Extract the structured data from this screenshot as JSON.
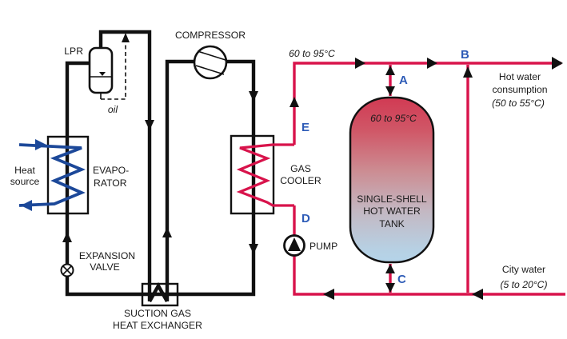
{
  "colors": {
    "refrigerant_pipe": "#111111",
    "hot_water_pipe": "#d8134b",
    "heat_source_blue": "#1c4899",
    "point_label_blue": "#2d5bb7",
    "tank_top": "#d13a53",
    "tank_bottom": "#b4d4e9"
  },
  "refrigerant": {
    "lpr_label": "LPR",
    "oil_label": "oil",
    "compressor_label": "COMPRESSOR",
    "evaporator_label_1": "EVAPO-",
    "evaporator_label_2": "RATOR",
    "heat_source_1": "Heat",
    "heat_source_2": "source",
    "expansion_valve_1": "EXPANSION",
    "expansion_valve_2": "VALVE",
    "suction_hx_1": "SUCTION GAS",
    "suction_hx_2": "HEAT EXCHANGER",
    "gas_cooler_1": "GAS",
    "gas_cooler_2": "COOLER"
  },
  "water": {
    "pump_label": "PUMP",
    "supply_temp": "60 to 95°C",
    "tank_temp": "60 to 95°C",
    "tank_name_1": "SINGLE-SHELL",
    "tank_name_2": "HOT WATER",
    "tank_name_3": "TANK",
    "hot_water_1": "Hot water",
    "hot_water_2": "consumption",
    "hot_water_3": "(50 to 55°C)",
    "city_water_1": "City water",
    "city_water_2": "(5 to 20°C)",
    "points": {
      "a": "A",
      "b": "B",
      "c": "C",
      "d": "D",
      "e": "E"
    }
  }
}
